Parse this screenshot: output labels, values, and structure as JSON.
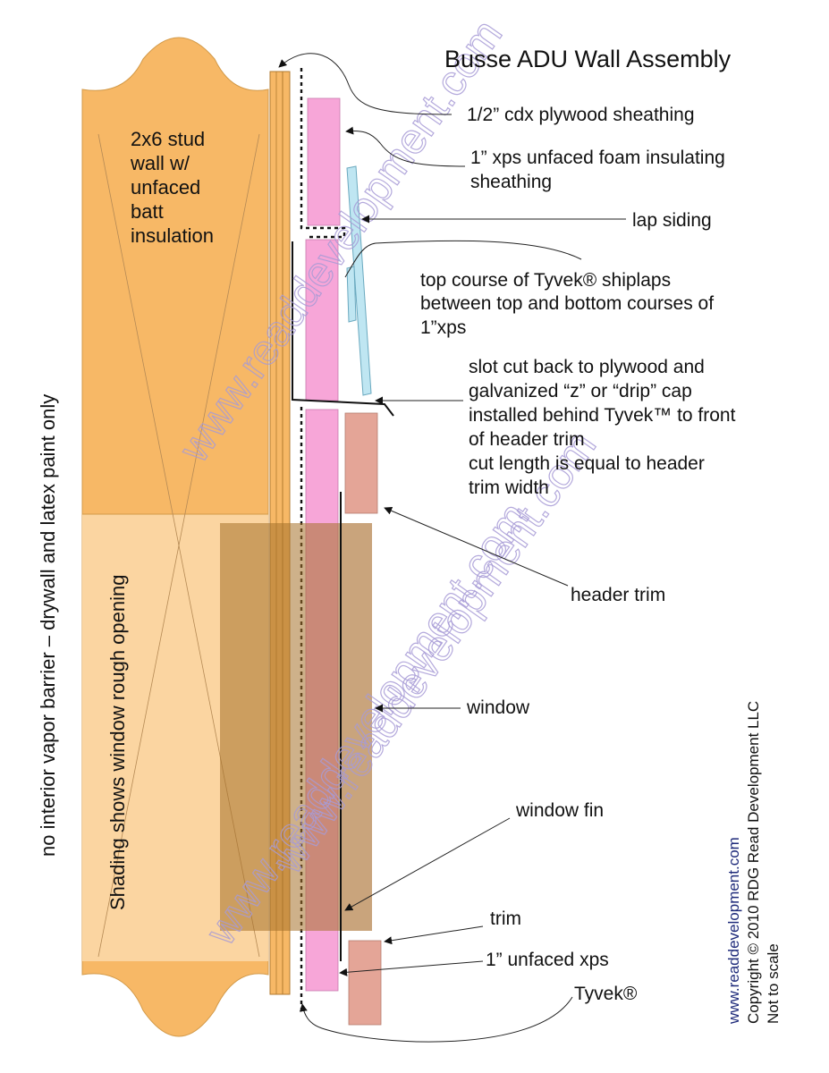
{
  "title": "Busse ADU Wall Assembly",
  "stud_label": [
    "2x6 stud",
    "wall w/",
    "unfaced",
    "batt",
    "insulation"
  ],
  "side_note": "no interior vapor barrier – drywall and latex paint only",
  "shading_note": "Shading shows window rough opening",
  "labels": {
    "plywood": "1/2” cdx plywood sheathing",
    "xps_foam": [
      "1” xps unfaced foam insulating",
      "sheathing"
    ],
    "lap_siding": "lap siding",
    "tyvek_shiplap": [
      "top course of Tyvek® shiplaps",
      "between top and bottom courses of",
      "1”xps"
    ],
    "slot_cut": [
      "slot cut back to plywood and",
      "galvanized “z” or “drip” cap",
      "installed behind Tyvek™ to front",
      "of header trim",
      "cut length is equal to header",
      "trim width"
    ],
    "header_trim": "header trim",
    "window": "window",
    "window_fin": "window fin",
    "trim": "trim",
    "unfaced_xps": "1” unfaced xps",
    "tyvek": "Tyvek®"
  },
  "copyright": {
    "website": "www.readdevelopment.com",
    "copyright": "Copyright © 2010 RDG Read Development LLC",
    "scale": "Not to scale"
  },
  "watermark": [
    "www.readdevelopment.com",
    "www.readdevelopment.com",
    "www.readdevelopment.com"
  ],
  "colors": {
    "stud": "#f7b866",
    "window_shade": "#fbd6a4",
    "sheathing_pink": "#f7a6d8",
    "siding_blue": "#bfe6f2",
    "header_trim": "#e4a597",
    "window_frame": "#c9a37a",
    "watermark": "#a79bd6"
  }
}
